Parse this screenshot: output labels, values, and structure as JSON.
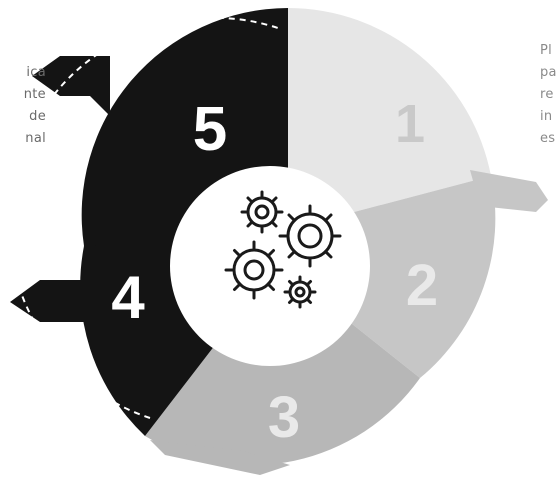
{
  "segments": [
    {
      "number": "1",
      "color": "#e6e6e6",
      "number_color": "#c9c9c9"
    },
    {
      "number": "2",
      "color": "#c6c6c6",
      "number_color": "#e9e9e9"
    },
    {
      "number": "3",
      "color": "#b7b7b7",
      "number_color": "#e9e9e9"
    },
    {
      "number": "4",
      "color": "#141414",
      "number_color": "#ffffff"
    },
    {
      "number": "5",
      "color": "#141414",
      "number_color": "#ffffff"
    }
  ],
  "center_icon": "gears-icon",
  "left_text": [
    "ica",
    "nte",
    "de",
    "nal"
  ],
  "right_text": [
    "Pl",
    "pa",
    "re",
    "in",
    "es"
  ]
}
